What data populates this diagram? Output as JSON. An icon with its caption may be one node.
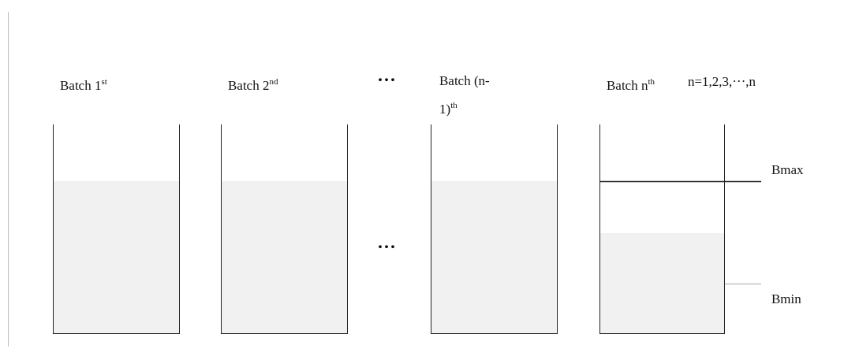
{
  "diagram": {
    "nodes": [
      {
        "text": [
          "Batch 1$^{st}$"
        ]
      },
      {
        "text": [
          "Batch 2$^{nd}$"
        ]
      },
      {
        "text": [
          "Batch (n-1)$^{th}$"
        ]
      },
      {
        "text": [
          "Batch n$^{th}$"
        ]
      }
    ],
    "labels": [
      "···",
      "n=1,2,3,···,n",
      "Bmax",
      "···",
      "Bmin"
    ]
  }
}
